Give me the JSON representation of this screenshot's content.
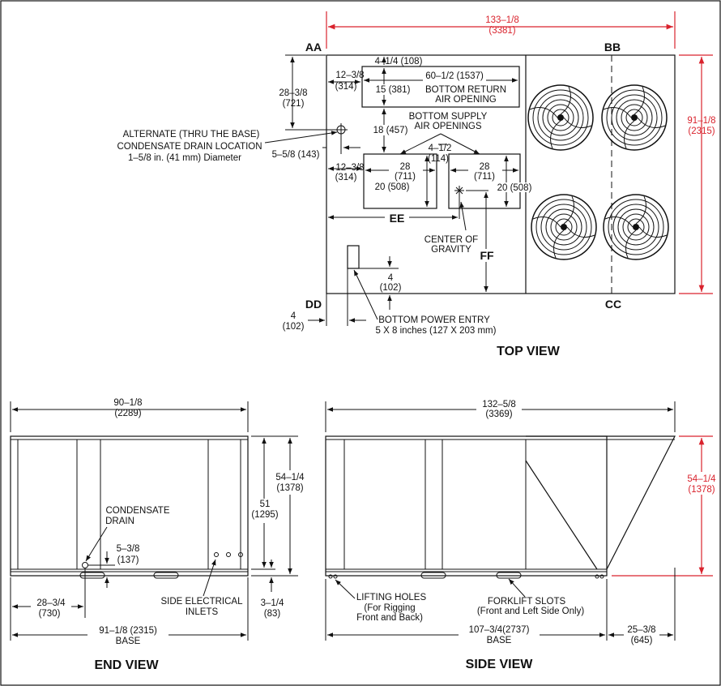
{
  "top_view": {
    "title": "TOP VIEW",
    "corner_aa": "AA",
    "corner_bb": "BB",
    "corner_cc": "CC",
    "corner_dd": "DD",
    "length_in": "133–1/8",
    "length_mm": "(3381)",
    "width_in": "91–1/8",
    "width_mm": "(2315)",
    "dim_28_38_in": "28–3/8",
    "dim_28_38_mm": "(721)",
    "dim_12_38_top_in": "12–3/8",
    "dim_12_38_top_mm": "(314)",
    "dim_4_14": "4–1/4 (108)",
    "dim_60_12": "60–1/2 (1537)",
    "dim_15": "15 (381)",
    "return_label_1": "BOTTOM RETURN",
    "return_label_2": "AIR OPENING",
    "supply_label_1": "BOTTOM SUPPLY",
    "supply_label_2": "AIR OPENINGS",
    "dim_18": "18 (457)",
    "alt_drain_1": "ALTERNATE (THRU THE BASE)",
    "alt_drain_2": "CONDENSATE DRAIN LOCATION",
    "alt_drain_3": "1–5/8 in. (41 mm) Diameter",
    "dim_5_58": "5–5/8 (143)",
    "dim_4_12_in": "4–1/2",
    "dim_4_12_mm": "(114)",
    "dim_12_38_b_in": "12–3/8",
    "dim_12_38_b_mm": "(314)",
    "dim_28_l_in": "28",
    "dim_28_l_mm": "(711)",
    "dim_28_r_in": "28",
    "dim_28_r_mm": "(711)",
    "dim_20_l": "20 (508)",
    "dim_20_r": "20 (508)",
    "ee": "EE",
    "ff": "FF",
    "cog_1": "CENTER OF",
    "cog_2": "GRAVITY",
    "dim_4_in": "4",
    "dim_4_mm": "(102)",
    "dim_4_dd_in": "4",
    "dim_4_dd_mm": "(102)",
    "power_1": "BOTTOM POWER ENTRY",
    "power_2": "5 X 8 inches (127 X 203 mm)"
  },
  "end_view": {
    "title": "END VIEW",
    "width_in": "90–1/8",
    "width_mm": "(2289)",
    "h_54_in": "54–1/4",
    "h_54_mm": "(1378)",
    "h_51_in": "51",
    "h_51_mm": "(1295)",
    "cond_1": "CONDENSATE",
    "cond_2": "DRAIN",
    "dim_5_38_in": "5–3/8",
    "dim_5_38_mm": "(137)",
    "dim_28_34_in": "28–3/4",
    "dim_28_34_mm": "(730)",
    "side_elec_1": "SIDE  ELECTRICAL",
    "side_elec_2": "INLETS",
    "dim_3_14_in": "3–1/4",
    "dim_3_14_mm": "(83)",
    "base_in": "91–1/8 (2315)",
    "base_lbl": "BASE"
  },
  "side_view": {
    "title": "SIDE VIEW",
    "len_in": "132–5/8",
    "len_mm": "(3369)",
    "h_in": "54–1/4",
    "h_mm": "(1378)",
    "lift_1": "LIFTING HOLES",
    "lift_2": "(For Rigging",
    "lift_3": "Front and Back)",
    "fork_1": "FORKLIFT SLOTS",
    "fork_2": "(Front and Left Side Only)",
    "base_in": "107–3/4(2737)",
    "base_lbl": "BASE",
    "dim_25_in": "25–3/8",
    "dim_25_mm": "(645)"
  }
}
